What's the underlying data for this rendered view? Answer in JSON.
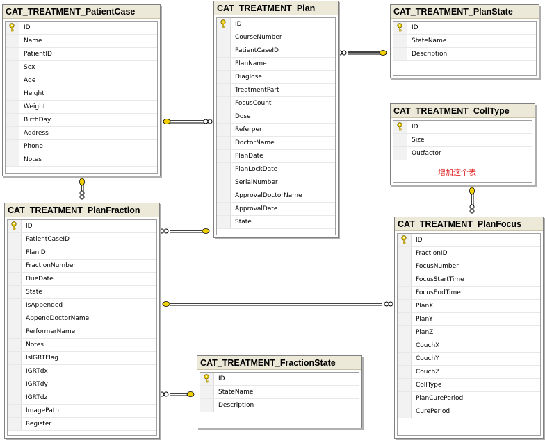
{
  "tables": {
    "patientcase": {
      "name": "CAT_TREATMENT_PatientCase",
      "columns": [
        "ID",
        "Name",
        "PatientID",
        "Sex",
        "Age",
        "Height",
        "Weight",
        "BirthDay",
        "Address",
        "Phone",
        "Notes"
      ]
    },
    "plan": {
      "name": "CAT_TREATMENT_Plan",
      "columns": [
        "ID",
        "CourseNumber",
        "PatientCaseID",
        "PlanName",
        "Diaglose",
        "TreatmentPart",
        "FocusCount",
        "Dose",
        "Referper",
        "DoctorName",
        "PlanDate",
        "PlanLockDate",
        "SerialNumber",
        "ApprovalDoctorName",
        "ApprovalDate",
        "State"
      ]
    },
    "planstate": {
      "name": "CAT_TREATMENT_PlanState",
      "columns": [
        "ID",
        "StateName",
        "Description"
      ]
    },
    "colltype": {
      "name": "CAT_TREATMENT_CollType",
      "columns": [
        "ID",
        "Size",
        "Outfactor"
      ],
      "note": "增加这个表"
    },
    "planfraction": {
      "name": "CAT_TREATMENT_PlanFraction",
      "columns": [
        "ID",
        "PatientCaseID",
        "PlanID",
        "FractionNumber",
        "DueDate",
        "State",
        "IsAppended",
        "AppendDoctorName",
        "PerformerName",
        "Notes",
        "IsIGRTFlag",
        "IGRTdx",
        "IGRTdy",
        "IGRTdz",
        "ImagePath",
        "Register"
      ]
    },
    "planfocus": {
      "name": "CAT_TREATMENT_PlanFocus",
      "columns": [
        "ID",
        "FractionID",
        "FocusNumber",
        "FocusStartTime",
        "FocusEndTime",
        "PlanX",
        "PlanY",
        "PlanZ",
        "CouchX",
        "CouchY",
        "CouchZ",
        "CollType",
        "PlanCurePeriod",
        "CurePeriod"
      ]
    },
    "fractionstate": {
      "name": "CAT_TREATMENT_FractionState",
      "columns": [
        "ID",
        "StateName",
        "Description"
      ]
    }
  },
  "colors": {
    "header": "#ece9d8",
    "connector": "#000000",
    "key": "#e8c800",
    "note": "#e02020"
  },
  "icons": {
    "primary_key": "key-icon",
    "one_end": "key-connector-icon",
    "many_end": "infinity-connector-icon"
  }
}
